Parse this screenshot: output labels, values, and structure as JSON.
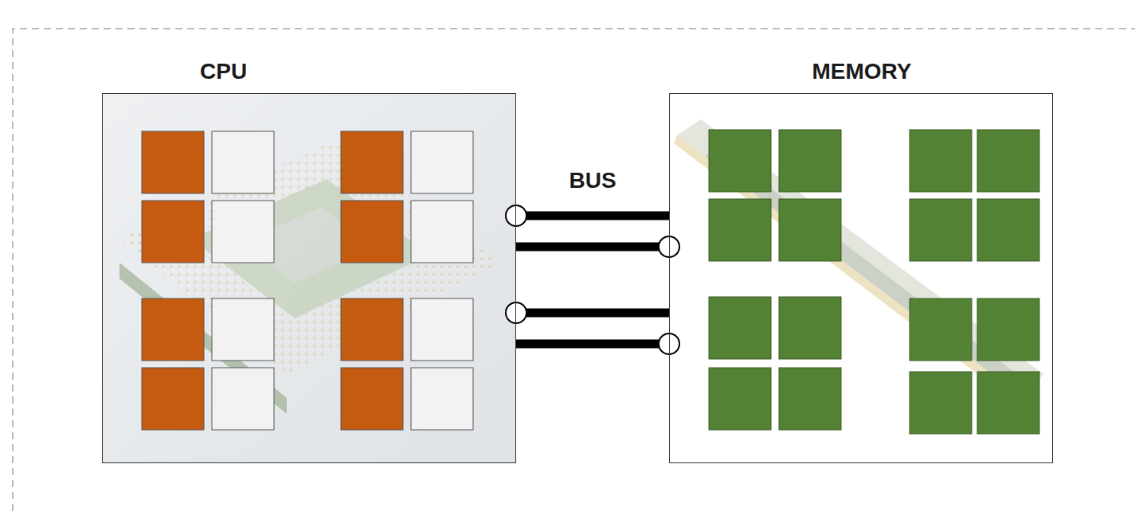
{
  "diagram": {
    "nodes": [
      {
        "text": [
          "CPU"
        ]
      },
      {
        "text": [
          "MEMORY"
        ]
      }
    ],
    "edges": [
      {
        "from": 0,
        "to": 1,
        "arrow": "none"
      },
      {
        "from": 0,
        "to": 1,
        "arrow": "none"
      },
      {
        "from": 0,
        "to": 1,
        "arrow": "none"
      },
      {
        "from": 0,
        "to": 1,
        "arrow": "none"
      }
    ],
    "labels": [
      "BUS"
    ]
  }
}
